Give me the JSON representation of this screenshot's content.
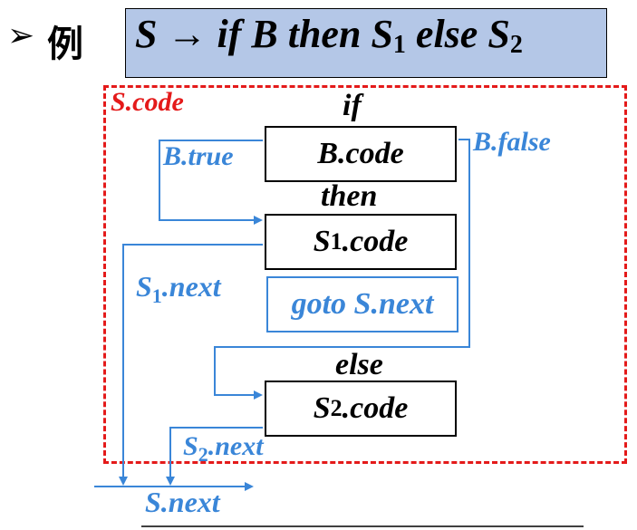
{
  "header": {
    "bullet": "➢",
    "example_label": "例",
    "production": {
      "lhs": "S",
      "arrow": "→",
      "if_kw": "if",
      "cond": "B",
      "then_kw": "then",
      "s1": "S",
      "s1_sub": "1",
      "else_kw": "else",
      "s2": "S",
      "s2_sub": "2"
    }
  },
  "diagram": {
    "scode_label": "S.code",
    "if_label": "if",
    "then_label": "then",
    "else_label": "else",
    "b_code": "B.code",
    "s1_code": {
      "base": "S",
      "sub": "1",
      "suffix": ".code"
    },
    "goto_label": "goto S.next",
    "s2_code": {
      "base": "S",
      "sub": "2",
      "suffix": ".code"
    },
    "b_true": "B.true",
    "b_false": "B.false",
    "s1_next": {
      "base": "S",
      "sub": "1",
      "suffix": ".next"
    },
    "s2_next": {
      "base": "S",
      "sub": "2",
      "suffix": ".next"
    },
    "s_next": "S.next"
  },
  "colors": {
    "production_fill": "#b4c7e7",
    "frame_red": "#e41a1a",
    "flow_blue": "#3a86d8"
  }
}
